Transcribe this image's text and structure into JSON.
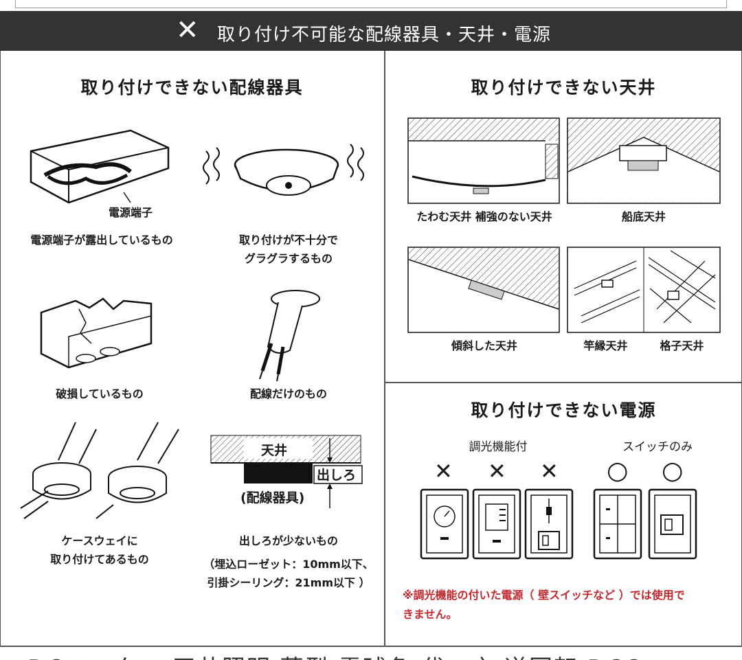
{
  "header": {
    "icon": "cross-icon",
    "icon_glyph": "✕",
    "title": "取り付け不可能な配線器具・天井・電源"
  },
  "left": {
    "title": "取り付けできない配線器具",
    "terminal_label": "電源端子",
    "items": [
      {
        "caption": "電源端子が露出しているもの"
      },
      {
        "caption_line1": "取り付けが不十分で",
        "caption_line2": "グラグラするもの"
      },
      {
        "caption": "破損しているもの"
      },
      {
        "caption": "配線だけのもの"
      },
      {
        "caption_line1": "ケースウェイに",
        "caption_line2": "取り付けてあるもの"
      },
      {
        "caption_line1": "出しろが少ないもの",
        "caption_line2": "（埋込ローゼット：10mm以下、",
        "caption_line3": "引掛シーリング：21mm以下 ）"
      }
    ],
    "diagram": {
      "ceiling": "天井",
      "margin": "出しろ",
      "device": "(配線器具)"
    }
  },
  "ceilings": {
    "title": "取り付けできない天井",
    "items": [
      {
        "label": "たわむ天井 補強のない天井"
      },
      {
        "label": "船底天井"
      },
      {
        "label": "傾斜した天井"
      },
      {
        "label_a": "竿縁天井",
        "label_b": "格子天井"
      }
    ]
  },
  "power": {
    "title": "取り付けできない電源",
    "group_dimmer": "調光機能付",
    "group_switch": "スイッチのみ",
    "ng_mark": "✕",
    "ok_mark": "○",
    "note_line1": "※調光機能の付いた電源（ 壁スイッチなど ）では使用で",
    "note_line2": "きません。",
    "note_color": "#c0282d"
  },
  "bottom_cutoff": "DCモーター 天井照明 薄型 電球色 代エ之 逆回転 DCC"
}
